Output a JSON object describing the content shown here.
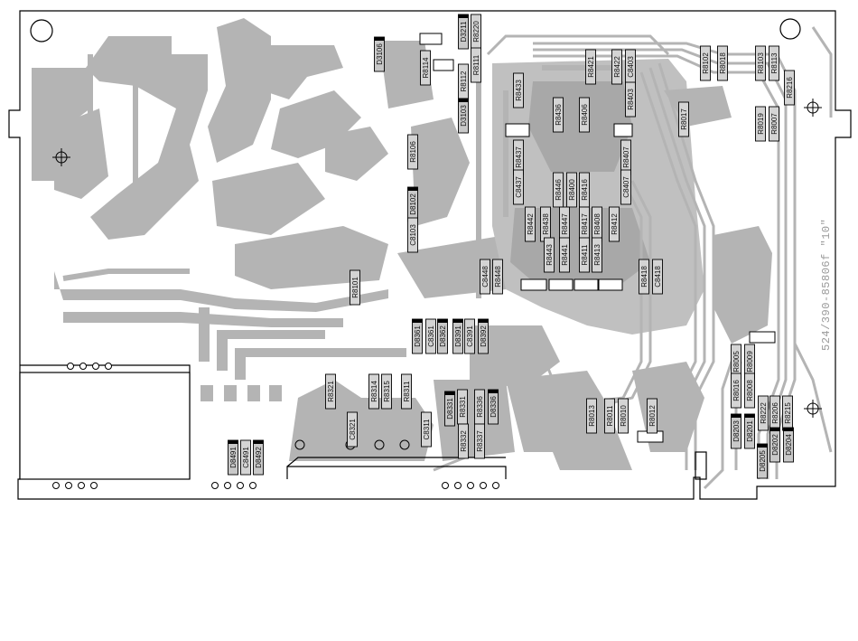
{
  "board": {
    "reference": "524/390-85806f \"10\"",
    "trace_color": "#b4b4b4",
    "outline_color": "#000000",
    "component_fill": "#d4d4d4"
  },
  "components": [
    "D3106",
    "D3211",
    "R8220",
    "R8114",
    "R8111",
    "R8112",
    "D3103",
    "R8106",
    "D8102",
    "C8103",
    "R8101",
    "R8433",
    "R8436",
    "R8406",
    "R8421",
    "R8422",
    "C8403",
    "R8403",
    "R8437",
    "R8407",
    "C8437",
    "R8446",
    "R8400",
    "R8416",
    "C8407",
    "R8442",
    "R8438",
    "R8447",
    "R8417",
    "R8408",
    "R8412",
    "R8443",
    "R8441",
    "R8411",
    "R8413",
    "C8448",
    "R8448",
    "R8418",
    "C8418",
    "R8017",
    "R8102",
    "R8018",
    "R8103",
    "R8113",
    "R8216",
    "R8019",
    "R8007",
    "D8361",
    "C8361",
    "D8362",
    "D8391",
    "C8391",
    "D8392",
    "R8321",
    "R8314",
    "R8315",
    "R8311",
    "C8321",
    "C8311",
    "D8331",
    "R8331",
    "R8336",
    "D8336",
    "R8332",
    "R8337",
    "D8491",
    "C8491",
    "D8492",
    "R8013",
    "R8011",
    "R8010",
    "R8012",
    "R8005",
    "R8009",
    "R8016",
    "R8008",
    "D8203",
    "D8201",
    "R8222",
    "R8206",
    "R8215",
    "D8205",
    "D8202",
    "D8204"
  ]
}
